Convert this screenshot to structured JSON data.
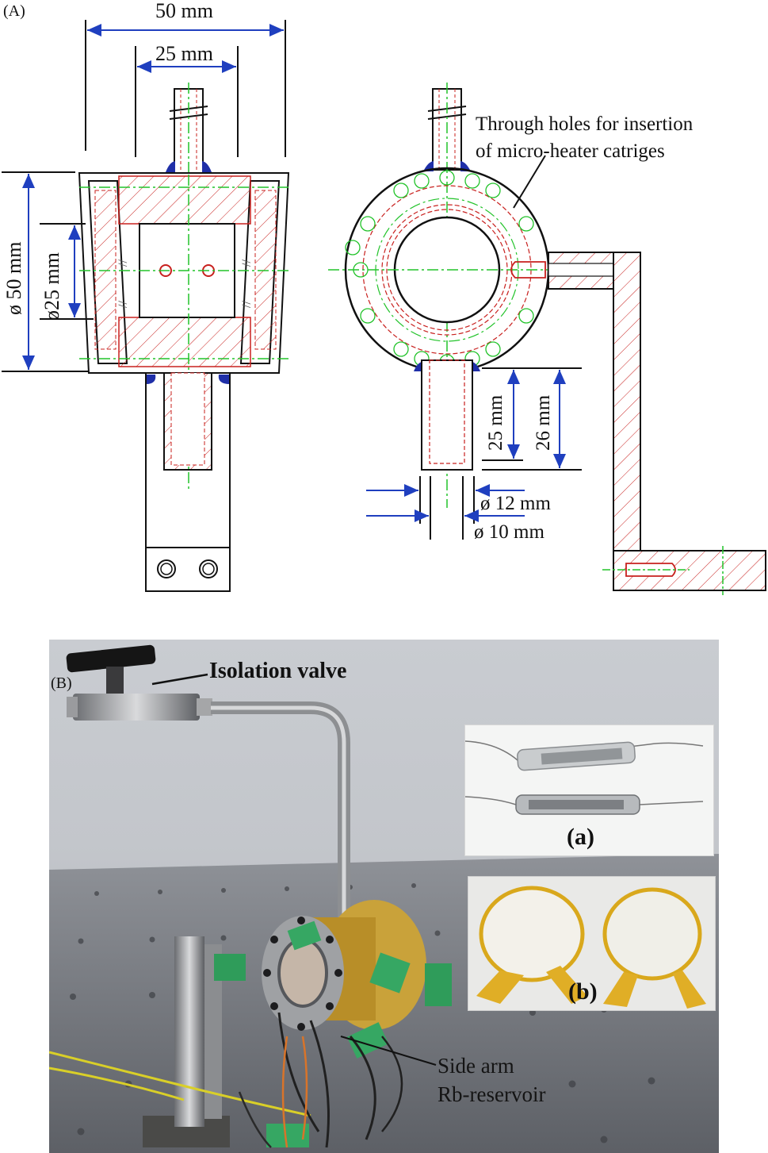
{
  "panel_a": {
    "label": "(A)",
    "dim_top_wide": "50 mm",
    "dim_top_narrow": "25 mm",
    "dim_left_outer": "ø 50 mm",
    "dim_left_inner": "ø25 mm",
    "note_line1": "Through holes for insertion",
    "note_line2": "of micro-heater catriges",
    "dim_arm_short": "25 mm",
    "dim_arm_long": "26 mm",
    "dim_outer_dia": "ø 12 mm",
    "dim_inner_dia": "ø 10 mm"
  },
  "panel_b": {
    "label": "(B)",
    "isolation_valve": "Isolation valve",
    "inset_a_label": "(a)",
    "inset_b_label": "(b)",
    "side_arm_line1": "Side arm",
    "side_arm_line2": "Rb-reservoir"
  },
  "colors": {
    "dimension": "#1f3fbf",
    "hatch": "#c8201e",
    "centerline": "#22c32a",
    "outline": "#1a1a1a",
    "weld": "#1f2fa8",
    "kapton": "#d9a81c"
  }
}
